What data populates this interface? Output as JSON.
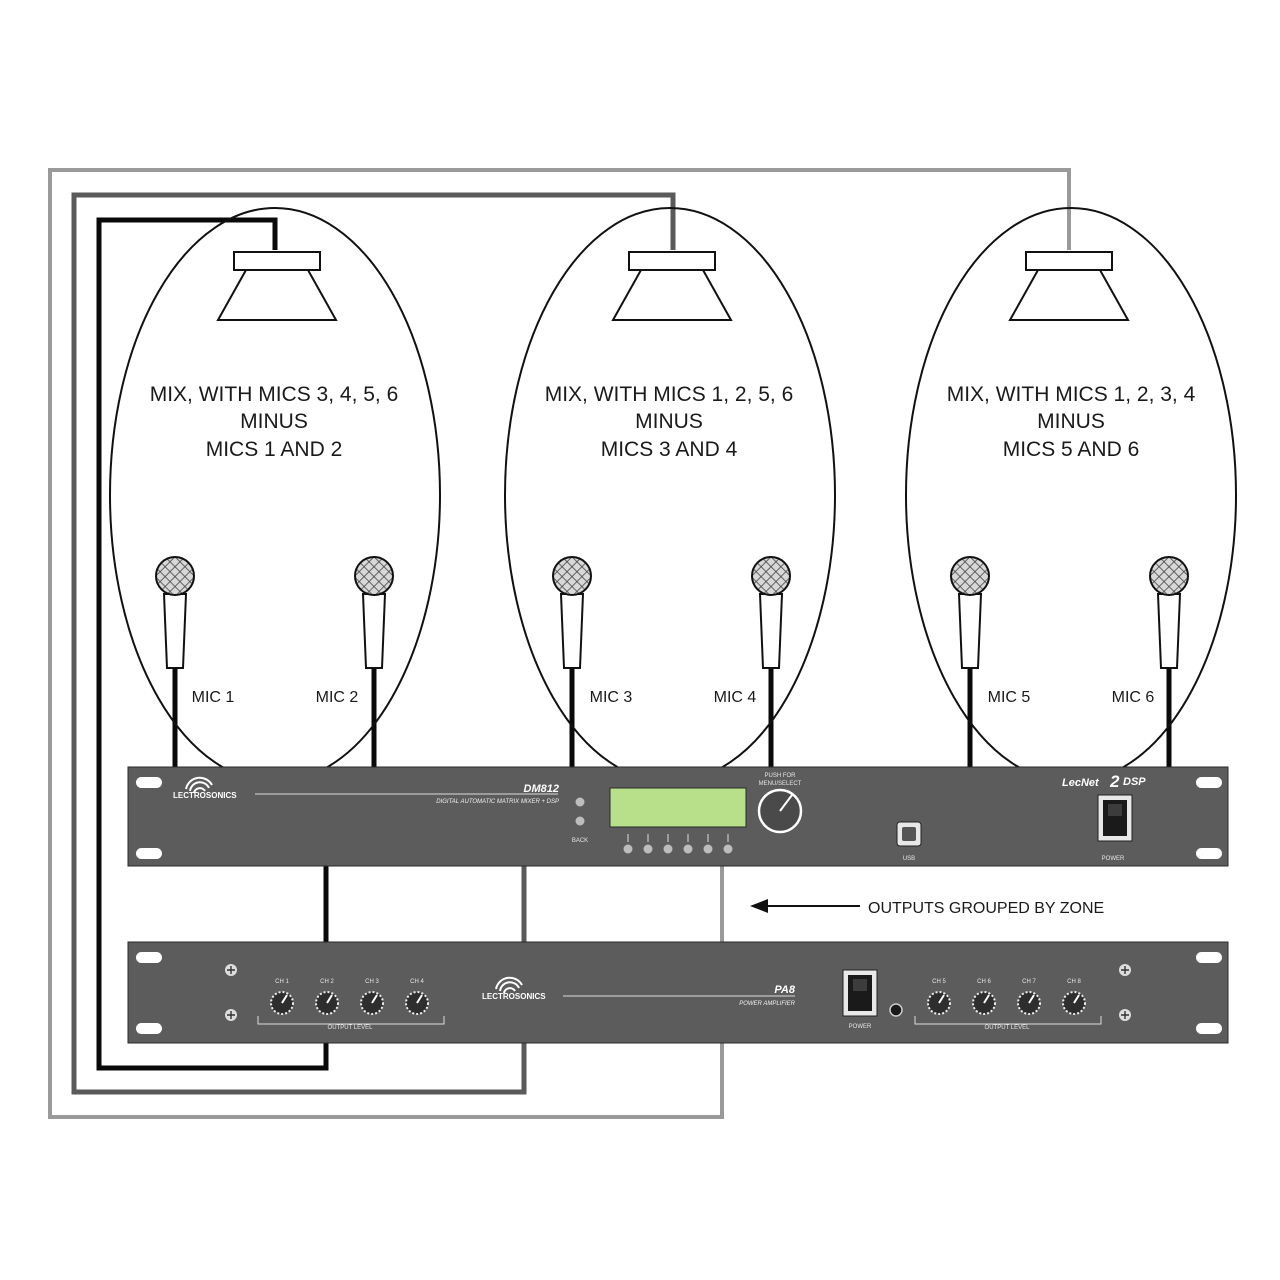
{
  "zones": [
    {
      "line1": "MIX, WITH MICS 3, 4, 5, 6",
      "line2": "MINUS",
      "line3": "MICS 1 AND 2",
      "mics": [
        "MIC 1",
        "MIC 2"
      ]
    },
    {
      "line1": "MIX, WITH MICS 1, 2, 5, 6",
      "line2": "MINUS",
      "line3": "MICS 3 AND 4",
      "mics": [
        "MIC 3",
        "MIC 4"
      ]
    },
    {
      "line1": "MIX, WITH MICS 1, 2, 3, 4",
      "line2": "MINUS",
      "line3": "MICS 5 AND 6",
      "mics": [
        "MIC 5",
        "MIC 6"
      ]
    }
  ],
  "mixer": {
    "brand": "LECTROSONICS",
    "model": "DM812",
    "subtitle": "DIGITAL AUTOMATIC MATRIX MIXER + DSP",
    "back_label": "BACK",
    "knob_label_1": "PUSH FOR",
    "knob_label_2": "MENU/SELECT",
    "usb_label": "USB",
    "power_label": "POWER",
    "series_prefix": "LecNet",
    "series_number": "2",
    "series_suffix": "DSP",
    "display_color": "#b8e08a"
  },
  "amplifier": {
    "brand": "LECTROSONICS",
    "model": "PA8",
    "subtitle": "POWER AMPLIFIER",
    "channels_left": [
      "CH 1",
      "CH 2",
      "CH 3",
      "CH 4"
    ],
    "channels_right": [
      "CH 5",
      "CH 6",
      "CH 7",
      "CH 8"
    ],
    "output_level_label": "OUTPUT LEVEL",
    "power_label": "POWER"
  },
  "caption": "OUTPUTS GROUPED BY ZONE"
}
